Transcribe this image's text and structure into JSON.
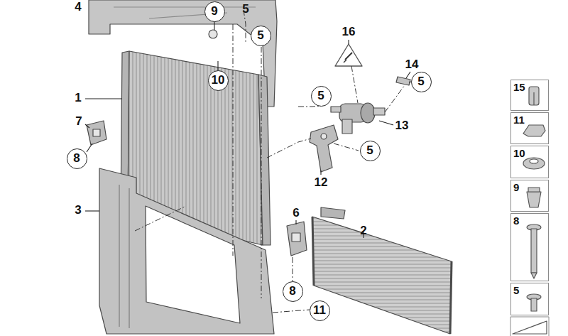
{
  "diagram": {
    "nodes": [
      {
        "text": [
          "9"
        ]
      },
      {
        "text": [
          "5"
        ]
      },
      {
        "text": [
          "10"
        ]
      },
      {
        "text": [
          "5"
        ]
      },
      {
        "text": [
          "5"
        ]
      },
      {
        "text": [
          "8"
        ]
      },
      {
        "text": [
          "5"
        ]
      },
      {
        "text": [
          "8"
        ]
      },
      {
        "text": [
          "11"
        ]
      },
      {
        "text": [
          "15"
        ]
      },
      {
        "text": [
          "11"
        ]
      },
      {
        "text": [
          "10"
        ]
      },
      {
        "text": [
          "9"
        ]
      },
      {
        "text": [
          "8"
        ]
      },
      {
        "text": [
          "5"
        ]
      }
    ],
    "labels": [
      "4",
      "5",
      "16",
      "14",
      "1",
      "7",
      "13",
      "12",
      "3",
      "6",
      "2"
    ]
  }
}
